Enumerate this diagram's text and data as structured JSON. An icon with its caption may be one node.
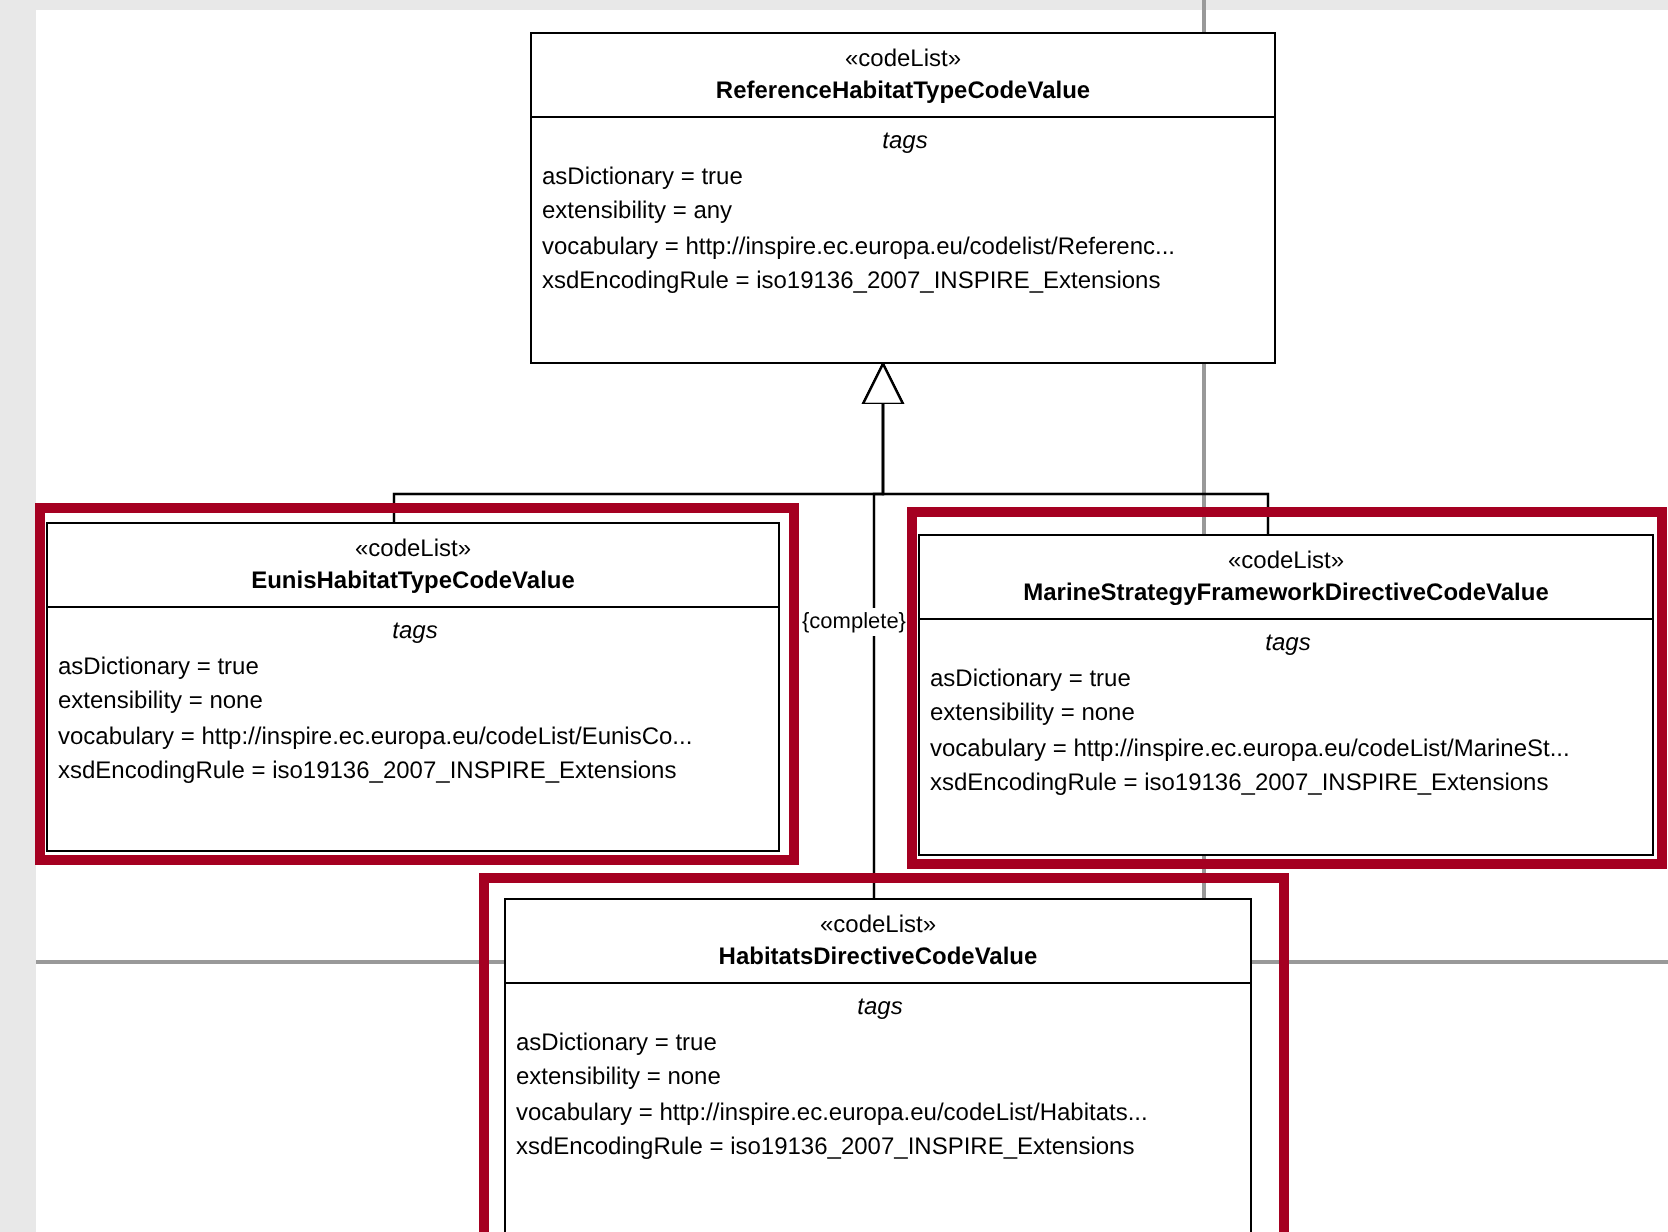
{
  "diagram": {
    "nodes": [
      {
        "text": [
          "«codeList»",
          "ReferenceHabitatTypeCodeValue",
          "tags",
          "asDictionary = true",
          "extensibility = any",
          "vocabulary = http://inspire.ec.europa.eu/codelist/Referenc...",
          "xsdEncodingRule = iso19136_2007_INSPIRE_Extensions"
        ]
      },
      {
        "text": [
          "«codeList»",
          "EunisHabitatTypeCodeValue",
          "tags",
          "asDictionary = true",
          "extensibility = none",
          "vocabulary = http://inspire.ec.europa.eu/codeList/EunisCo...",
          "xsdEncodingRule = iso19136_2007_INSPIRE_Extensions"
        ]
      },
      {
        "text": [
          "«codeList»",
          "MarineStrategyFrameworkDirectiveCodeValue",
          "tags",
          "asDictionary = true",
          "extensibility = none",
          "vocabulary = http://inspire.ec.europa.eu/codeList/MarineSt...",
          "xsdEncodingRule = iso19136_2007_INSPIRE_Extensions"
        ]
      },
      {
        "text": [
          "«codeList»",
          "HabitatsDirectiveCodeValue",
          "tags",
          "asDictionary = true",
          "extensibility = none",
          "vocabulary = http://inspire.ec.europa.eu/codeList/Habitats...",
          "xsdEncodingRule = iso19136_2007_INSPIRE_Extensions"
        ]
      }
    ],
    "edges": [
      {
        "from": 1,
        "to": 0,
        "arrow": "to"
      },
      {
        "from": 2,
        "to": 0,
        "arrow": "to"
      },
      {
        "from": 3,
        "to": 0,
        "arrow": "to"
      }
    ],
    "labels": [
      "{complete}"
    ]
  }
}
